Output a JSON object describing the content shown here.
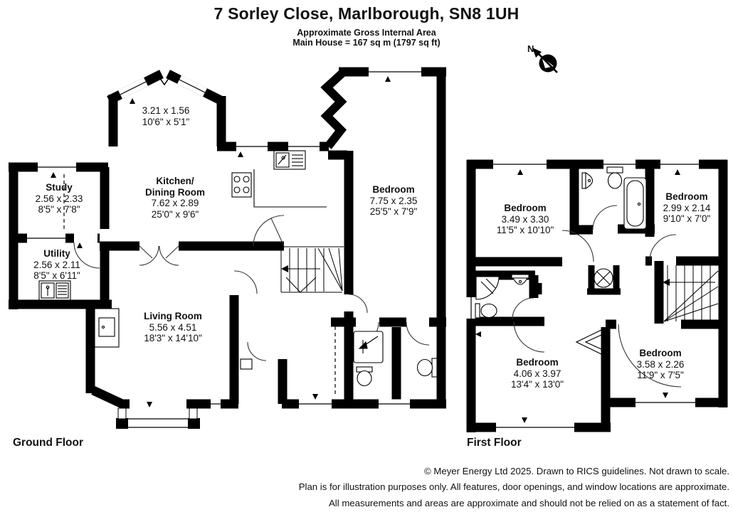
{
  "header": {
    "title": "7 Sorley Close, Marlborough, SN8 1UH",
    "subtitle_line1": "Approximate Gross Internal Area",
    "subtitle_line2": "Main House = 167 sq m (1797 sq ft)"
  },
  "compass": {
    "label": "N"
  },
  "floors": {
    "ground": {
      "label": "Ground Floor",
      "rooms": {
        "bay": {
          "metric": "3.21 x 1.56",
          "imperial": "10'6\" x 5'1\""
        },
        "study": {
          "name": "Study",
          "metric": "2.56 x 2.33",
          "imperial": "8'5\" x 7'8\""
        },
        "utility": {
          "name": "Utility",
          "metric": "2.56 x 2.11",
          "imperial": "8'5\" x 6'11\""
        },
        "kitchen": {
          "name_line1": "Kitchen/",
          "name_line2": "Dining Room",
          "metric": "7.62 x 2.89",
          "imperial": "25'0\" x 9'6\""
        },
        "bedroom": {
          "name": "Bedroom",
          "metric": "7.75 x 2.35",
          "imperial": "25'5\" x 7'9\""
        },
        "living": {
          "name": "Living Room",
          "metric": "5.56 x 4.51",
          "imperial": "18'3\" x 14'10\""
        }
      }
    },
    "first": {
      "label": "First Floor",
      "rooms": {
        "bedroom_tl": {
          "name": "Bedroom",
          "metric": "3.49 x 3.30",
          "imperial": "11'5\" x 10'10\""
        },
        "bedroom_tr": {
          "name": "Bedroom",
          "metric": "2.99 x 2.14",
          "imperial": "9'10\" x 7'0\""
        },
        "bedroom_bl": {
          "name": "Bedroom",
          "metric": "4.06 x 3.97",
          "imperial": "13'4\" x 13'0\""
        },
        "bedroom_br": {
          "name": "Bedroom",
          "metric": "3.58 x 2.26",
          "imperial": "11'9\" x 7'5\""
        }
      }
    }
  },
  "footer": {
    "line1": "© Meyer Energy Ltd 2025. Drawn to RICS guidelines.  Not drawn to scale.",
    "line2": "Plan is for illustration purposes only. All features, door openings, and window locations are approximate.",
    "line3": "All measurements and areas are approximate and should not be relied on as a statement of fact."
  }
}
